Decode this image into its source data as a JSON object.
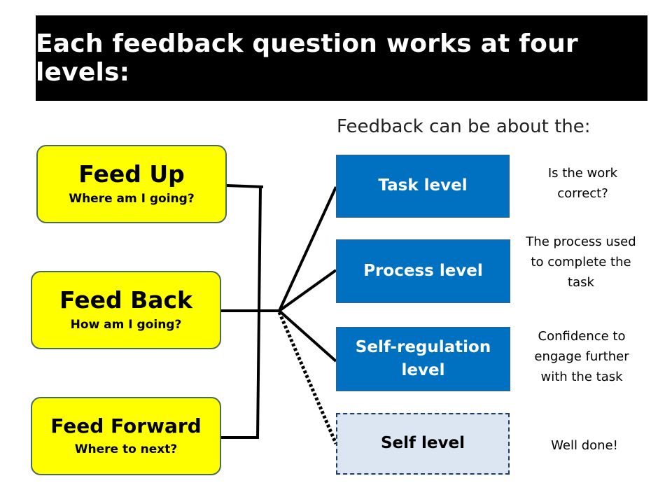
{
  "title": "Each feedback question works at four levels:",
  "subtitle": "Feedback can be about the:",
  "feed": {
    "up": {
      "label": "Feed Up",
      "question": "Where am I going?"
    },
    "back": {
      "label": "Feed Back",
      "question": "How am I going?"
    },
    "forward": {
      "label": "Feed Forward",
      "question": "Where to next?"
    }
  },
  "levels": [
    {
      "label": "Task level",
      "note": "Is the work correct?"
    },
    {
      "label": "Process level",
      "note": "The process used to complete the task"
    },
    {
      "label": "Self-regulation level",
      "note": "Confidence to engage further with the task"
    },
    {
      "label": "Self level",
      "note": "Well done!"
    }
  ],
  "colors": {
    "title_bg": "#000000",
    "feed_box": "#ffff00",
    "level_box": "#0070c0",
    "self_level_box": "#dce6f2"
  }
}
